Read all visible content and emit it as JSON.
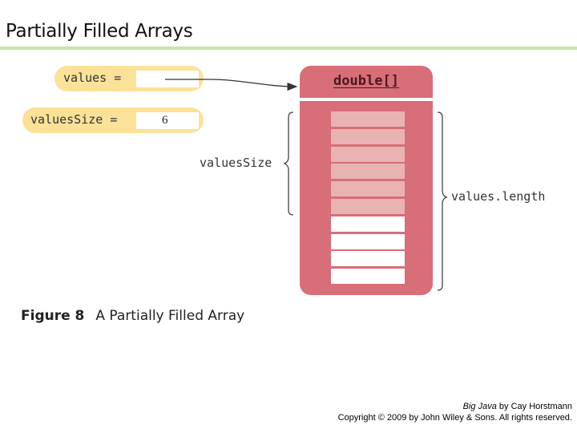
{
  "slide": {
    "title": "Partially Filled Arrays"
  },
  "diagram": {
    "values_var_label": "values =",
    "values_size_var_label": "valuesSize =",
    "values_size_value": "6",
    "array_type": "double[]",
    "total_cells": 10,
    "filled_cells": 6,
    "size_brace_label": "valuesSize",
    "length_brace_label": "values.length"
  },
  "caption": {
    "figure_label": "Figure 8",
    "figure_text": "A Partially Filled Array"
  },
  "footer": {
    "book_title": "Big Java",
    "book_author": " by Cay Horstmann",
    "copyright": "Copyright © 2009 by John Wiley & Sons.  All rights reserved."
  },
  "colors": {
    "variable_box": "#fbe298",
    "array_object": "#d86e78",
    "filled_cell": "#e8b3b3",
    "empty_cell": "#ffffff",
    "title_rule": "#c8e3a8"
  }
}
